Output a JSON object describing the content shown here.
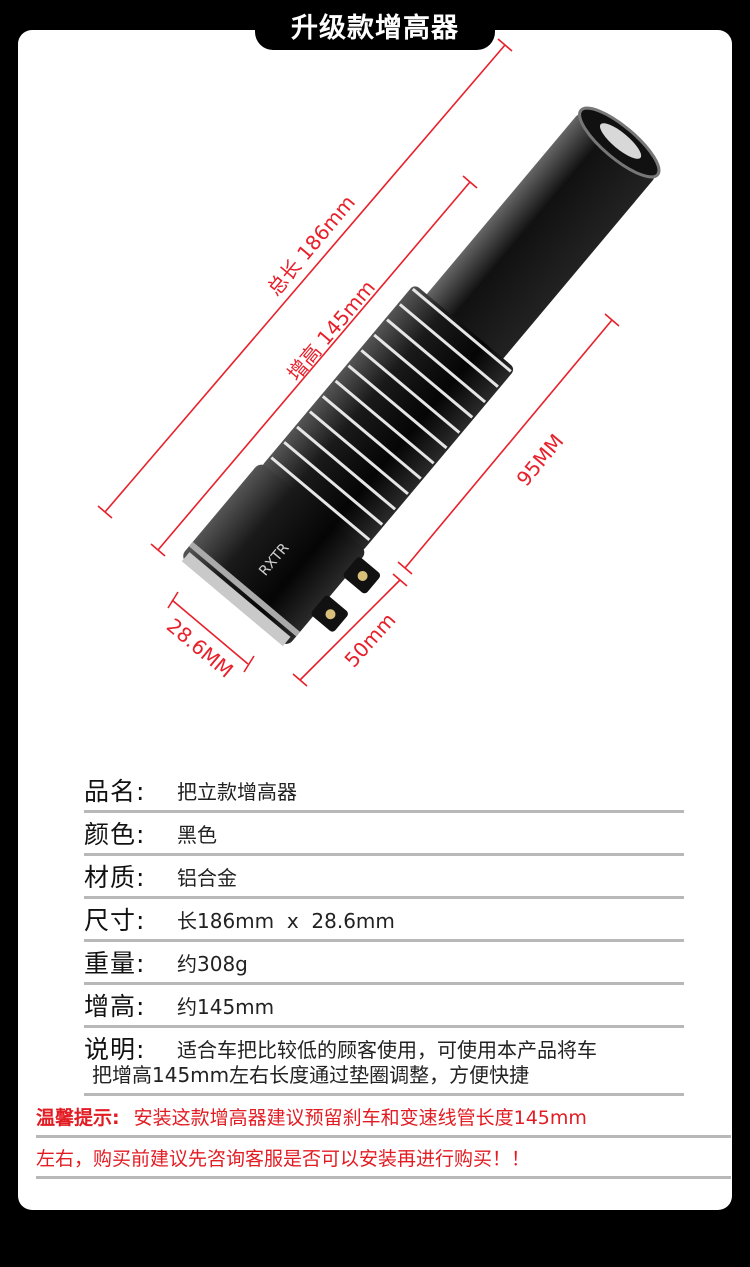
{
  "header": {
    "title": "升级款增高器"
  },
  "dimensions": {
    "total_length": "总长 186mm",
    "rise": "增高 145mm",
    "upper_length": "95MM",
    "clamp_diameter": "28.6MM",
    "clamp_height": "50mm"
  },
  "product_marking": "RXTR",
  "specs": [
    {
      "key": "品名:",
      "value": "把立款增高器"
    },
    {
      "key": "颜色:",
      "value": "黑色"
    },
    {
      "key": "材质:",
      "value": "铝合金"
    },
    {
      "key": "尺寸:",
      "value": "长186mm  x  28.6mm"
    },
    {
      "key": "重量:",
      "value": "约308g"
    },
    {
      "key": "增高:",
      "value": "约145mm"
    },
    {
      "key": "说明:",
      "value": "适合车把比较低的顾客使用，可使用本产品将车"
    }
  ],
  "description_continued": "把增高145mm左右长度通过垫圈调整，方便快捷",
  "tips": {
    "label": "温馨提示:",
    "line1": "安装这款增高器建议预留刹车和变速线管长度145mm",
    "line2": "左右，购买前建议先咨询客服是否可以安装再进行购买！！"
  },
  "colors": {
    "accent": "#e21c23",
    "background": "#000000",
    "card": "#ffffff"
  }
}
